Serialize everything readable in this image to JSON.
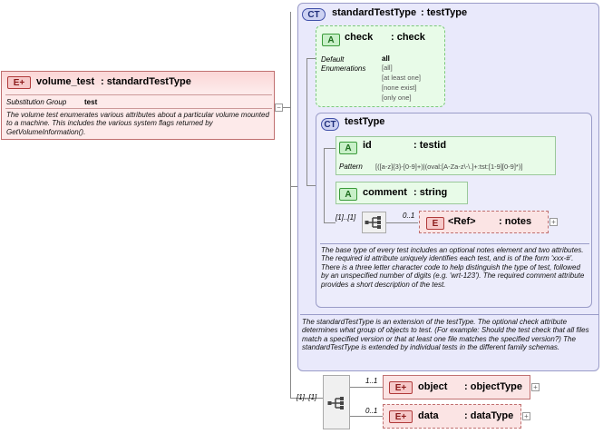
{
  "root_element": {
    "badge": "E",
    "name": "volume_test",
    "type": ": standardTestType",
    "subst_label": "Substitution Group",
    "subst_value": "test",
    "doc": "The volume test enumerates various attributes about a particular volume mounted to a machine.  This includes the various system flags returned by GetVolumeInformation()."
  },
  "complex_type": {
    "badge": "CT",
    "name": "standardTestType",
    "type": ": testType",
    "doc": "The standardTestType is an extension of the testType.  The optional check attribute determines what group of objects to test.  (For example: Should the test check that all files match a specified version or that at least one file matches the specified version?)  The standardTestType is extended by individual tests in the different family schemas."
  },
  "check_attr": {
    "badge": "A",
    "name": "check",
    "type": ": check",
    "default_label": "Default",
    "default_value": "all",
    "enum_label": "Enumerations",
    "enums": [
      "[all]",
      "[at least one]",
      "[none exist]",
      "[only one]"
    ]
  },
  "test_type": {
    "badge": "CT",
    "name": "testType",
    "doc": "The base type of every test includes an optional notes element and two attributes.  The required id attribute uniquely identifies each test, and is of the form 'xxx-#'.  There is a three letter character code to help distinguish the type of test, followed by an unspecified number of digits (e.g. 'wrt-123').  The required comment attribute provides a short description of the test."
  },
  "id_attr": {
    "badge": "A",
    "name": "id",
    "type": ": testid",
    "pattern_label": "Pattern",
    "pattern_value": "[([a-z]{3}-[0-9]+)|(oval:[A-Za-z\\-\\.]+:tst:[1-9][0-9]*)]"
  },
  "comment_attr": {
    "badge": "A",
    "name": "comment",
    "type": ": string"
  },
  "notes_ref": {
    "badge": "E",
    "name": "<Ref>",
    "type": ": notes",
    "cardinality": "0..1",
    "seq_cardinality": "[1]..[1]"
  },
  "object_elem": {
    "badge": "E",
    "name": "object",
    "type": ": objectType",
    "cardinality": "1..1"
  },
  "data_elem": {
    "badge": "E",
    "name": "data",
    "type": ": dataType",
    "cardinality": "0..1"
  },
  "outer_seq_cardinality": "[1]..[1]",
  "colors": {
    "element_bg": "#fbe4e4",
    "element_border": "#c07070",
    "attr_bg": "#e6fbe6",
    "ct_bg": "#e8e9fb",
    "ct_border": "#8c8fc4"
  },
  "icons": {
    "element": "E-plus-icon",
    "attribute": "A-icon",
    "complex_type": "CT-icon",
    "sequence": "sequence-icon",
    "expand": "plus-icon"
  }
}
